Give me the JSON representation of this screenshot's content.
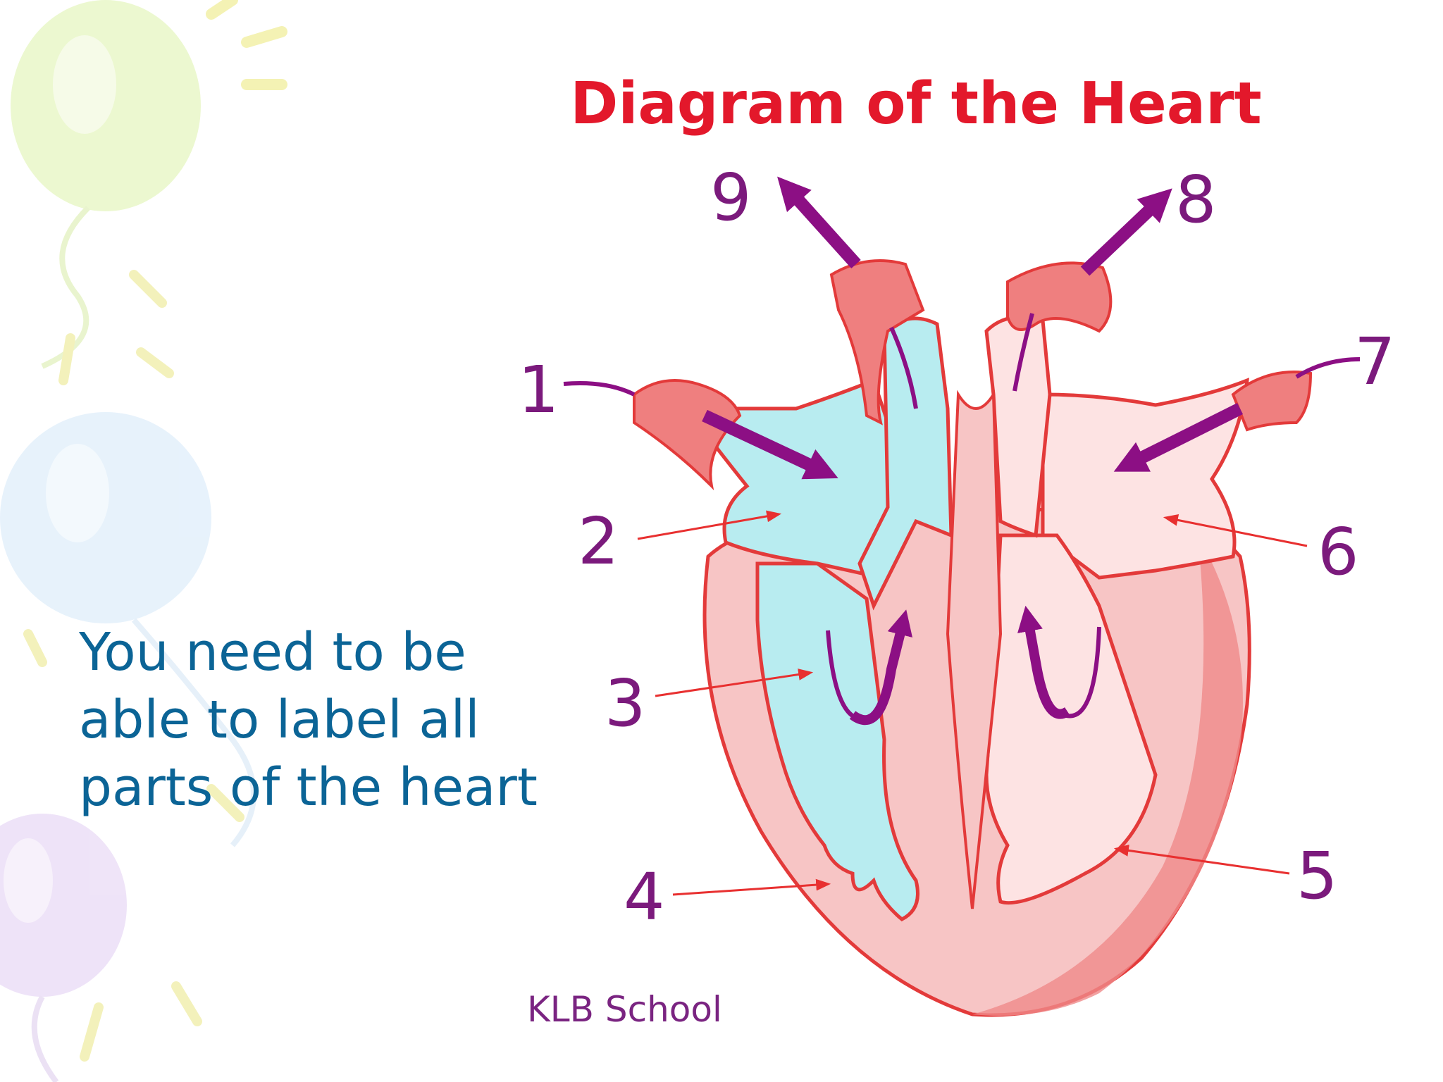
{
  "slide": {
    "title": "Diagram of the Heart",
    "side_text": [
      "You need to be",
      "able to label all",
      "parts of the heart"
    ],
    "footer": "KLB School"
  },
  "diagram": {
    "labels": [
      "1",
      "2",
      "3",
      "4",
      "5",
      "6",
      "7",
      "8",
      "9"
    ]
  },
  "colors": {
    "title": "#e3182b",
    "side_text": "#0b6496",
    "label": "#7b1a7c",
    "arrow": "#8c0f84",
    "heart_wall": "#ef7f7f",
    "heart_outline": "#e33a3a",
    "deoxygenated_blood": "#b8ecf0",
    "oxygenated_blood": "#fde3e3",
    "pointer": "#e83030",
    "footer": "#7a2481"
  }
}
